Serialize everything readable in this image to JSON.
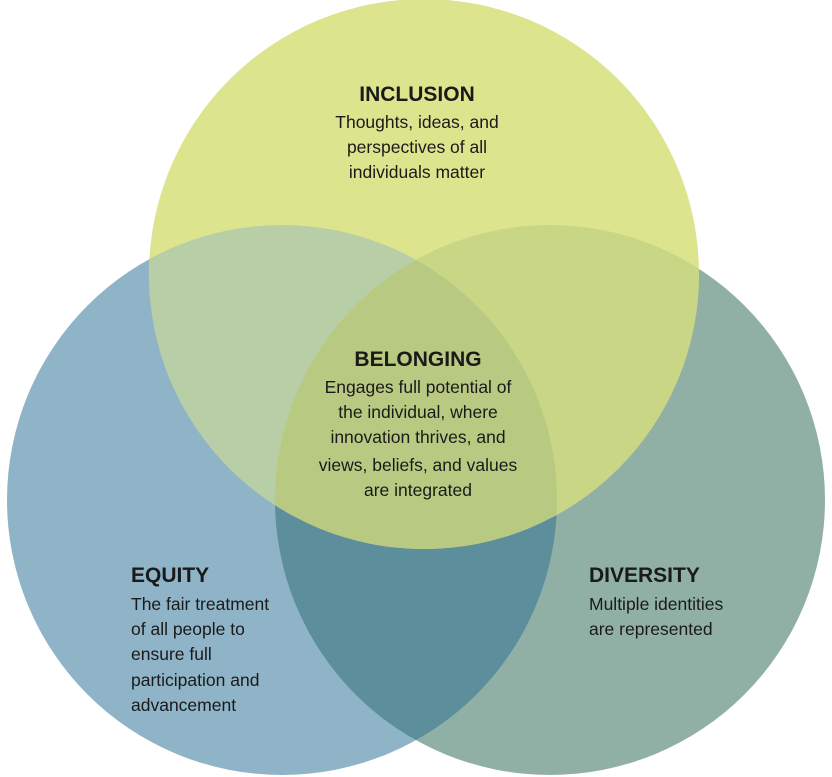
{
  "diagram": {
    "colors": {
      "inclusion": "#dde48e",
      "equity": "#8fb4c8",
      "diversity": "#90b0a6",
      "equity_diversity": "#5c8e9c",
      "inclusion_equity": "#b8cea6",
      "inclusion_diversity": "#c8d686",
      "center": "#b8c982"
    },
    "inclusion": {
      "title": "INCLUSION",
      "lines": [
        "Thoughts, ideas, and",
        "perspectives of all",
        "individuals matter"
      ]
    },
    "belonging": {
      "title": "BELONGING",
      "lines": [
        "Engages full potential of",
        "the individual, where",
        "innovation thrives, and",
        "views, beliefs, and values",
        "are integrated"
      ]
    },
    "equity": {
      "title": "EQUITY",
      "lines": [
        "The fair treatment",
        "of all people to",
        "ensure full",
        "participation and",
        "advancement"
      ]
    },
    "diversity": {
      "title": "DIVERSITY",
      "lines": [
        "Multiple identities",
        "are represented"
      ]
    }
  }
}
